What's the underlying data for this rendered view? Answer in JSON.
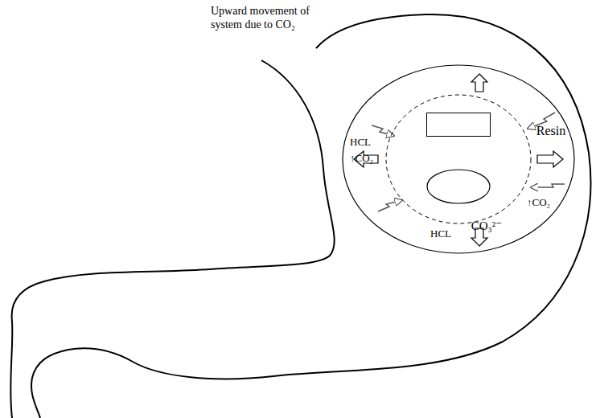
{
  "diagram": {
    "nodes": [
      {
        "text": [
          "↑CO₂",
          "HCL",
          "HCL",
          "↑CO₂"
        ]
      },
      {
        "text": [
          "Resin"
        ],
        "in": 0
      },
      {
        "text": [
          "CO₃²⁻"
        ],
        "in": 0
      }
    ],
    "labels": [
      "Upward movement of system due to CO₂"
    ]
  }
}
